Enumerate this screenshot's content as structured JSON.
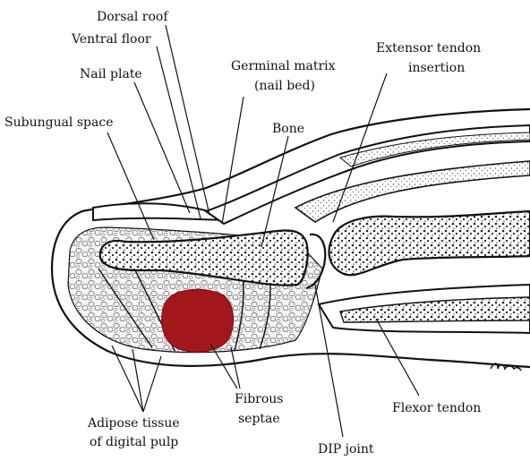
{
  "labels": {
    "dorsal_roof": "Dorsal roof",
    "ventral_floor": "Ventral floor",
    "nail_plate": "Nail plate",
    "germinal_matrix_line1": "Germinal matrix",
    "germinal_matrix_line2": "(nail bed)",
    "extensor_line1": "Extensor tendon",
    "extensor_line2": "insertion",
    "subungual_space": "Subungual space",
    "bone": "Bone",
    "fibrous_line1": "Fibrous",
    "fibrous_line2": "septae",
    "adipose_line1": "Adipose tissue",
    "adipose_line2": "of digital pulp",
    "dip_joint": "DIP joint",
    "flexor_tendon": "Flexor tendon"
  },
  "colors": {
    "ink": "#111111",
    "hematoma": "#a3161c",
    "pulp_fill": "#f4f4f4",
    "bone_fill": "#ffffff"
  }
}
